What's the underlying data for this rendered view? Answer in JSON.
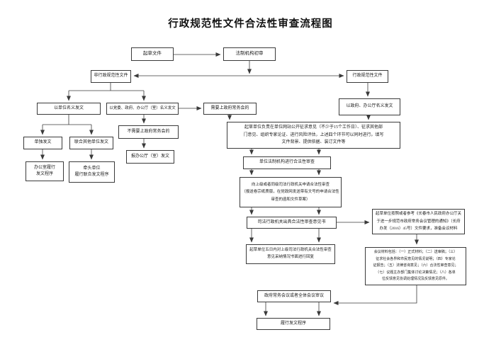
{
  "title": "行政规范性文件合法性审查流程图",
  "nodes": {
    "draft": {
      "label": "起草文件"
    },
    "initial_review": {
      "label": "法制机构初审"
    },
    "non_normative": {
      "label": "非行政规范性文件"
    },
    "normative": {
      "label": "行政规范性文件"
    },
    "unit_name_issue": {
      "label": "以单位名义发文"
    },
    "party_gov_issue": {
      "label": "以党委、政府、办公厅（室）名义发文"
    },
    "need_exec_meeting": {
      "label": "需要上政府常务会的"
    },
    "gov_office_issue": {
      "label": "以政府、办公厅名义发文"
    },
    "solo_issue": {
      "label": "单独发文"
    },
    "joint_issue": {
      "label": "联合其他单位发文"
    },
    "no_need_exec_meeting": {
      "label": "不需要上政府常务会的"
    },
    "office_procedure": {
      "label": "办公室履行\n发文程序"
    },
    "lead_unit_procedure": {
      "label": "牵头单位\n履行联合发文程序"
    },
    "report_office_issue": {
      "label": "报办公厅（室）发文"
    },
    "drafting_duties": {
      "label": "起草单位负责在单位网站公开征求意见（不少于15个工作日）、征求其他部\n门意见、组织专家论证、进行风险评估，上述四个环节可以同时进行。填写\n文件背景、提供依据、装订文件等"
    },
    "unit_legal_review": {
      "label": "单位法制机构进行合法性审查"
    },
    "apply_judicial_review": {
      "label": "向上级或者同级司法行政机关申请合法性审查\n（报送卷宗纸质版，在党政网发送带有文号的申请合法性\n审查的函和文件草案）"
    },
    "judicial_opinion": {
      "label": "司法行政机关出具合法性审查意见书"
    },
    "five_day_reply": {
      "label": "起草单位五日内对上级司法行政机关合法性审查\n意见采纳情况书面进行回复"
    },
    "meeting_reference": {
      "label": "起草单位按照或者参考《长春市人民政府办公厅关\n于进一步规范市政府常务会议管理的通知》（长府\n办发（2016）45号）文件要求，准备会议材料"
    },
    "meeting_materials": {
      "label": "会议材料包括：（一）正式材料；（二）送审稿；（三）\n征求社会各界和市民意见的情况说明；（四）专家论\n证报告；（五）法律咨询意见；（六）合法性审查意见；\n（七）议题主办部门集体讨论决策情况；（八）各单\n位反馈意见协调处理情况及反馈意见原件。"
    },
    "exec_meeting": {
      "label": "政府常务会议或者全体会议审议"
    },
    "issue_procedure": {
      "label": "履行发文程序"
    }
  },
  "line_color": "#3a3a3a"
}
